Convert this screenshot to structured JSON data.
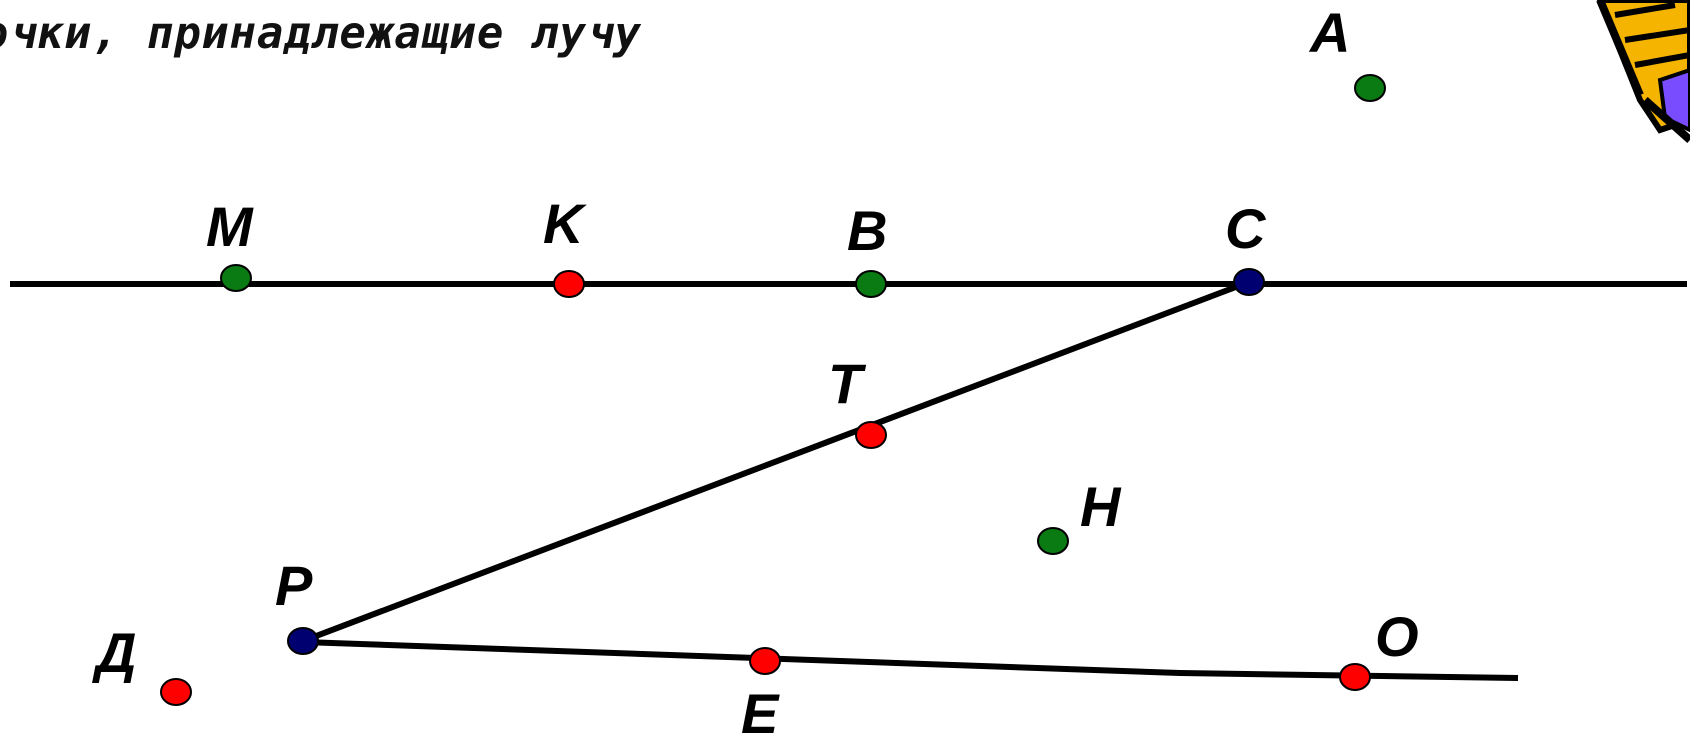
{
  "heading": "очки, принадлежащие лучу",
  "colors": {
    "green": "#0a7a12",
    "red": "#ff0000",
    "navy": "#000070",
    "line": "#000000",
    "pencil_yellow": "#f5b400",
    "pencil_purple": "#7a4cff"
  },
  "points": [
    {
      "id": "M",
      "label": "M",
      "color": "green"
    },
    {
      "id": "K",
      "label": "K",
      "color": "red"
    },
    {
      "id": "B",
      "label": "B",
      "color": "green"
    },
    {
      "id": "C",
      "label": "C",
      "color": "navy"
    },
    {
      "id": "A",
      "label": "A",
      "color": "green"
    },
    {
      "id": "T",
      "label": "T",
      "color": "red"
    },
    {
      "id": "H",
      "label": "H",
      "color": "green"
    },
    {
      "id": "P",
      "label": "P",
      "color": "navy"
    },
    {
      "id": "D",
      "label": "Д",
      "color": "red"
    },
    {
      "id": "E",
      "label": "E",
      "color": "red"
    },
    {
      "id": "O",
      "label": "O",
      "color": "red"
    }
  ],
  "icons": {
    "pencil": "pencil-icon"
  }
}
